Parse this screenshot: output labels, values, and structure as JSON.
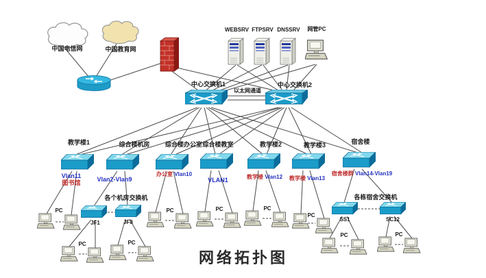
{
  "title": "网络拓扑图",
  "clouds": [
    {
      "label": "中国电信网"
    },
    {
      "label": "中国教育网"
    }
  ],
  "servers": [
    {
      "label": "WEBSRV"
    },
    {
      "label": "FTPSRV"
    },
    {
      "label": "DNSSRV"
    },
    {
      "label": "网管PC"
    }
  ],
  "core": {
    "switch1": "中心交换机1",
    "switch2": "中心交换机2",
    "channel": "以太网通道"
  },
  "access_switches": [
    {
      "label": "教学楼1",
      "note": "图书馆",
      "vlan": "Vlan11"
    },
    {
      "label": "综合楼机房",
      "note": "",
      "vlan": "Vlan2-Vlan9"
    },
    {
      "label": "综合楼办公室",
      "note": "办公室",
      "vlan": "Vlan10"
    },
    {
      "label": "综合楼教室",
      "note": "",
      "vlan": "VLAN1"
    },
    {
      "label": "教学楼2",
      "note": "教学楼",
      "vlan": "Vlan12"
    },
    {
      "label": "教学楼3",
      "note": "教学楼",
      "vlan": "Vlan13"
    },
    {
      "label": "宿舍楼",
      "note": "宿舍楼群",
      "vlan": "Vlan14-Vlan19"
    }
  ],
  "room_switches": {
    "group_label": "各个机房交换机",
    "items": [
      {
        "label": "JF1"
      },
      {
        "label": "JF8"
      }
    ]
  },
  "dorm_switches": {
    "group_label": "各栋宿舍交换机",
    "items": [
      {
        "label": "SS1"
      },
      {
        "label": "SC12"
      }
    ]
  },
  "pc_label": "PC",
  "colors": {
    "switch_cyan": "#1b9cc9",
    "switch_top": "#82d8ec",
    "switch_side": "#0c6d9c",
    "firewall_red": "#c23128",
    "education_cloud": "#f2e2ae",
    "vlan_blue": "#2230c0",
    "note_red": "#c03030",
    "line": "#4a4a4a"
  },
  "edges": [
    [
      96,
      72,
      130,
      113,
      0
    ],
    [
      170,
      64,
      140,
      112,
      0
    ],
    [
      158,
      118,
      236,
      92,
      0
    ],
    [
      248,
      102,
      292,
      134,
      0
    ],
    [
      254,
      98,
      400,
      132,
      0
    ],
    [
      344,
      95,
      298,
      134,
      0
    ],
    [
      346,
      95,
      406,
      132,
      0
    ],
    [
      382,
      95,
      304,
      135,
      0
    ],
    [
      384,
      95,
      412,
      132,
      0
    ],
    [
      420,
      95,
      310,
      136,
      0
    ],
    [
      422,
      95,
      418,
      132,
      0
    ],
    [
      460,
      94,
      316,
      136,
      0
    ],
    [
      462,
      94,
      428,
      132,
      0
    ],
    [
      332,
      140,
      387,
      140,
      0
    ],
    [
      332,
      146,
      387,
      146,
      0
    ],
    [
      288,
      157,
      110,
      226,
      0
    ],
    [
      291,
      157,
      177,
      226,
      0
    ],
    [
      294,
      157,
      249,
      226,
      0
    ],
    [
      298,
      157,
      314,
      225,
      0
    ],
    [
      301,
      157,
      383,
      225,
      0
    ],
    [
      304,
      157,
      448,
      225,
      0
    ],
    [
      308,
      157,
      522,
      223,
      0
    ],
    [
      406,
      157,
      116,
      226,
      0
    ],
    [
      409,
      157,
      183,
      226,
      0
    ],
    [
      412,
      157,
      255,
      226,
      0
    ],
    [
      415,
      157,
      320,
      225,
      0
    ],
    [
      418,
      157,
      389,
      225,
      0
    ],
    [
      421,
      157,
      454,
      225,
      0
    ],
    [
      425,
      157,
      528,
      223,
      0
    ],
    [
      105,
      250,
      68,
      312,
      0
    ],
    [
      112,
      250,
      104,
      314,
      0
    ],
    [
      171,
      250,
      137,
      301,
      0
    ],
    [
      182,
      250,
      186,
      300,
      0
    ],
    [
      243,
      250,
      227,
      310,
      0
    ],
    [
      253,
      250,
      267,
      312,
      0
    ],
    [
      308,
      249,
      299,
      309,
      0
    ],
    [
      319,
      249,
      339,
      311,
      0
    ],
    [
      377,
      249,
      369,
      308,
      0
    ],
    [
      388,
      249,
      409,
      310,
      0
    ],
    [
      442,
      249,
      439,
      312,
      0
    ],
    [
      452,
      249,
      473,
      319,
      0
    ],
    [
      517,
      247,
      502,
      296,
      0
    ],
    [
      528,
      247,
      572,
      296,
      0
    ],
    [
      133,
      321,
      101,
      360,
      0
    ],
    [
      139,
      321,
      139,
      362,
      0
    ],
    [
      183,
      320,
      172,
      358,
      0
    ],
    [
      189,
      320,
      212,
      360,
      0
    ],
    [
      499,
      316,
      481,
      348,
      0
    ],
    [
      506,
      316,
      523,
      350,
      0
    ],
    [
      569,
      316,
      563,
      346,
      0
    ],
    [
      575,
      316,
      601,
      348,
      0
    ],
    [
      157,
      310,
      169,
      310,
      1
    ],
    [
      522,
      305,
      555,
      305,
      1
    ],
    [
      81,
      324,
      93,
      324,
      1
    ],
    [
      241,
      322,
      254,
      322,
      1
    ],
    [
      313,
      320,
      326,
      320,
      1
    ],
    [
      383,
      319,
      396,
      319,
      1
    ],
    [
      449,
      326,
      460,
      326,
      1
    ],
    [
      115,
      371,
      127,
      371,
      1
    ],
    [
      187,
      369,
      199,
      369,
      1
    ],
    [
      496,
      359,
      509,
      359,
      1
    ],
    [
      576,
      357,
      588,
      357,
      1
    ]
  ]
}
